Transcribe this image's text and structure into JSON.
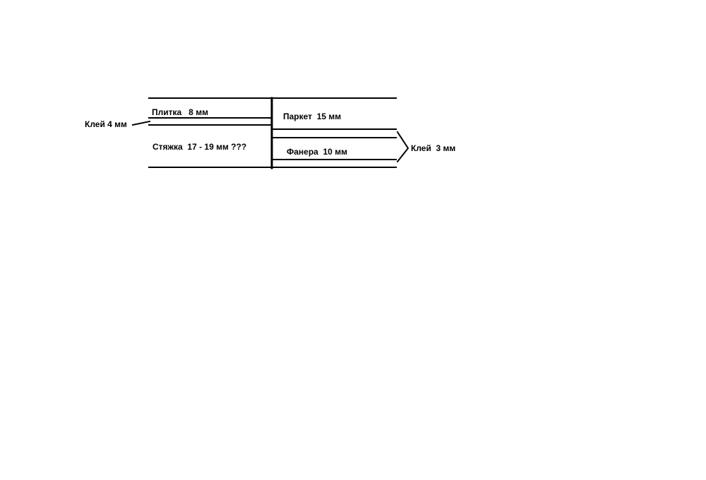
{
  "labels": {
    "tile": "Плитка   8 мм",
    "glue_left": "Клей 4 мм",
    "screed": "Стяжка  17 - 19 мм ???",
    "parquet": "Паркет  15 мм",
    "plywood": "Фанера  10 мм",
    "glue_right": "Клей  3 мм"
  },
  "colors": {
    "line": "#000000",
    "background": "#ffffff"
  }
}
